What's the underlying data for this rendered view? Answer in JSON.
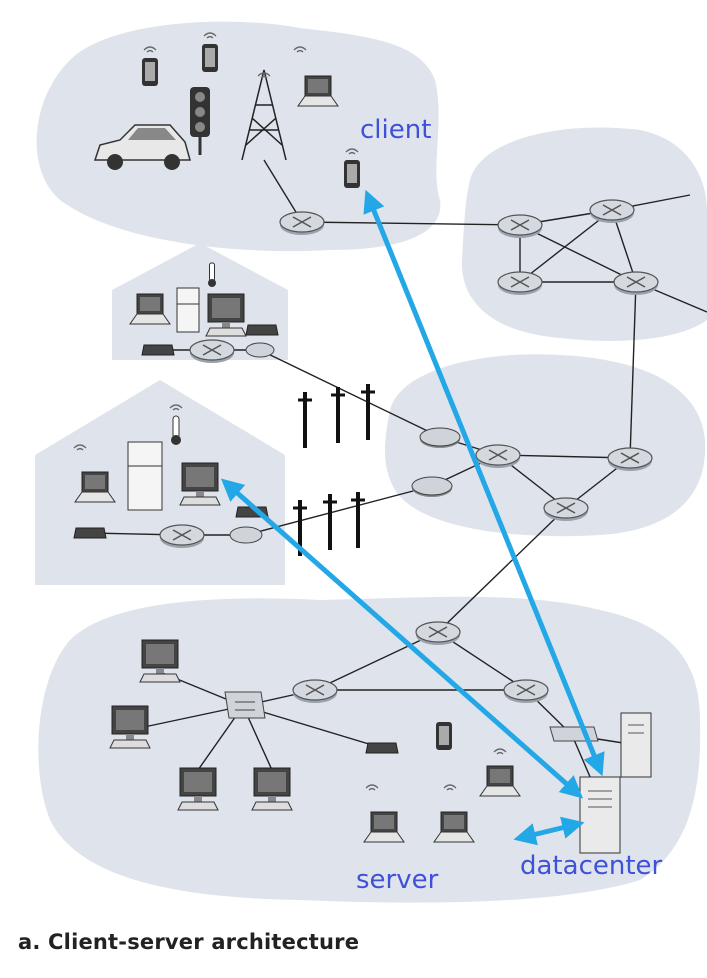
{
  "labels": {
    "client": "client",
    "server": "server",
    "datacenter": "datacenter"
  },
  "caption": "a. Client-server architecture",
  "colors": {
    "cloud": "#dfe4ec",
    "arrow": "#23a7e6",
    "label": "#3f51d8",
    "router": "#d4d9df",
    "device": "#333333"
  }
}
